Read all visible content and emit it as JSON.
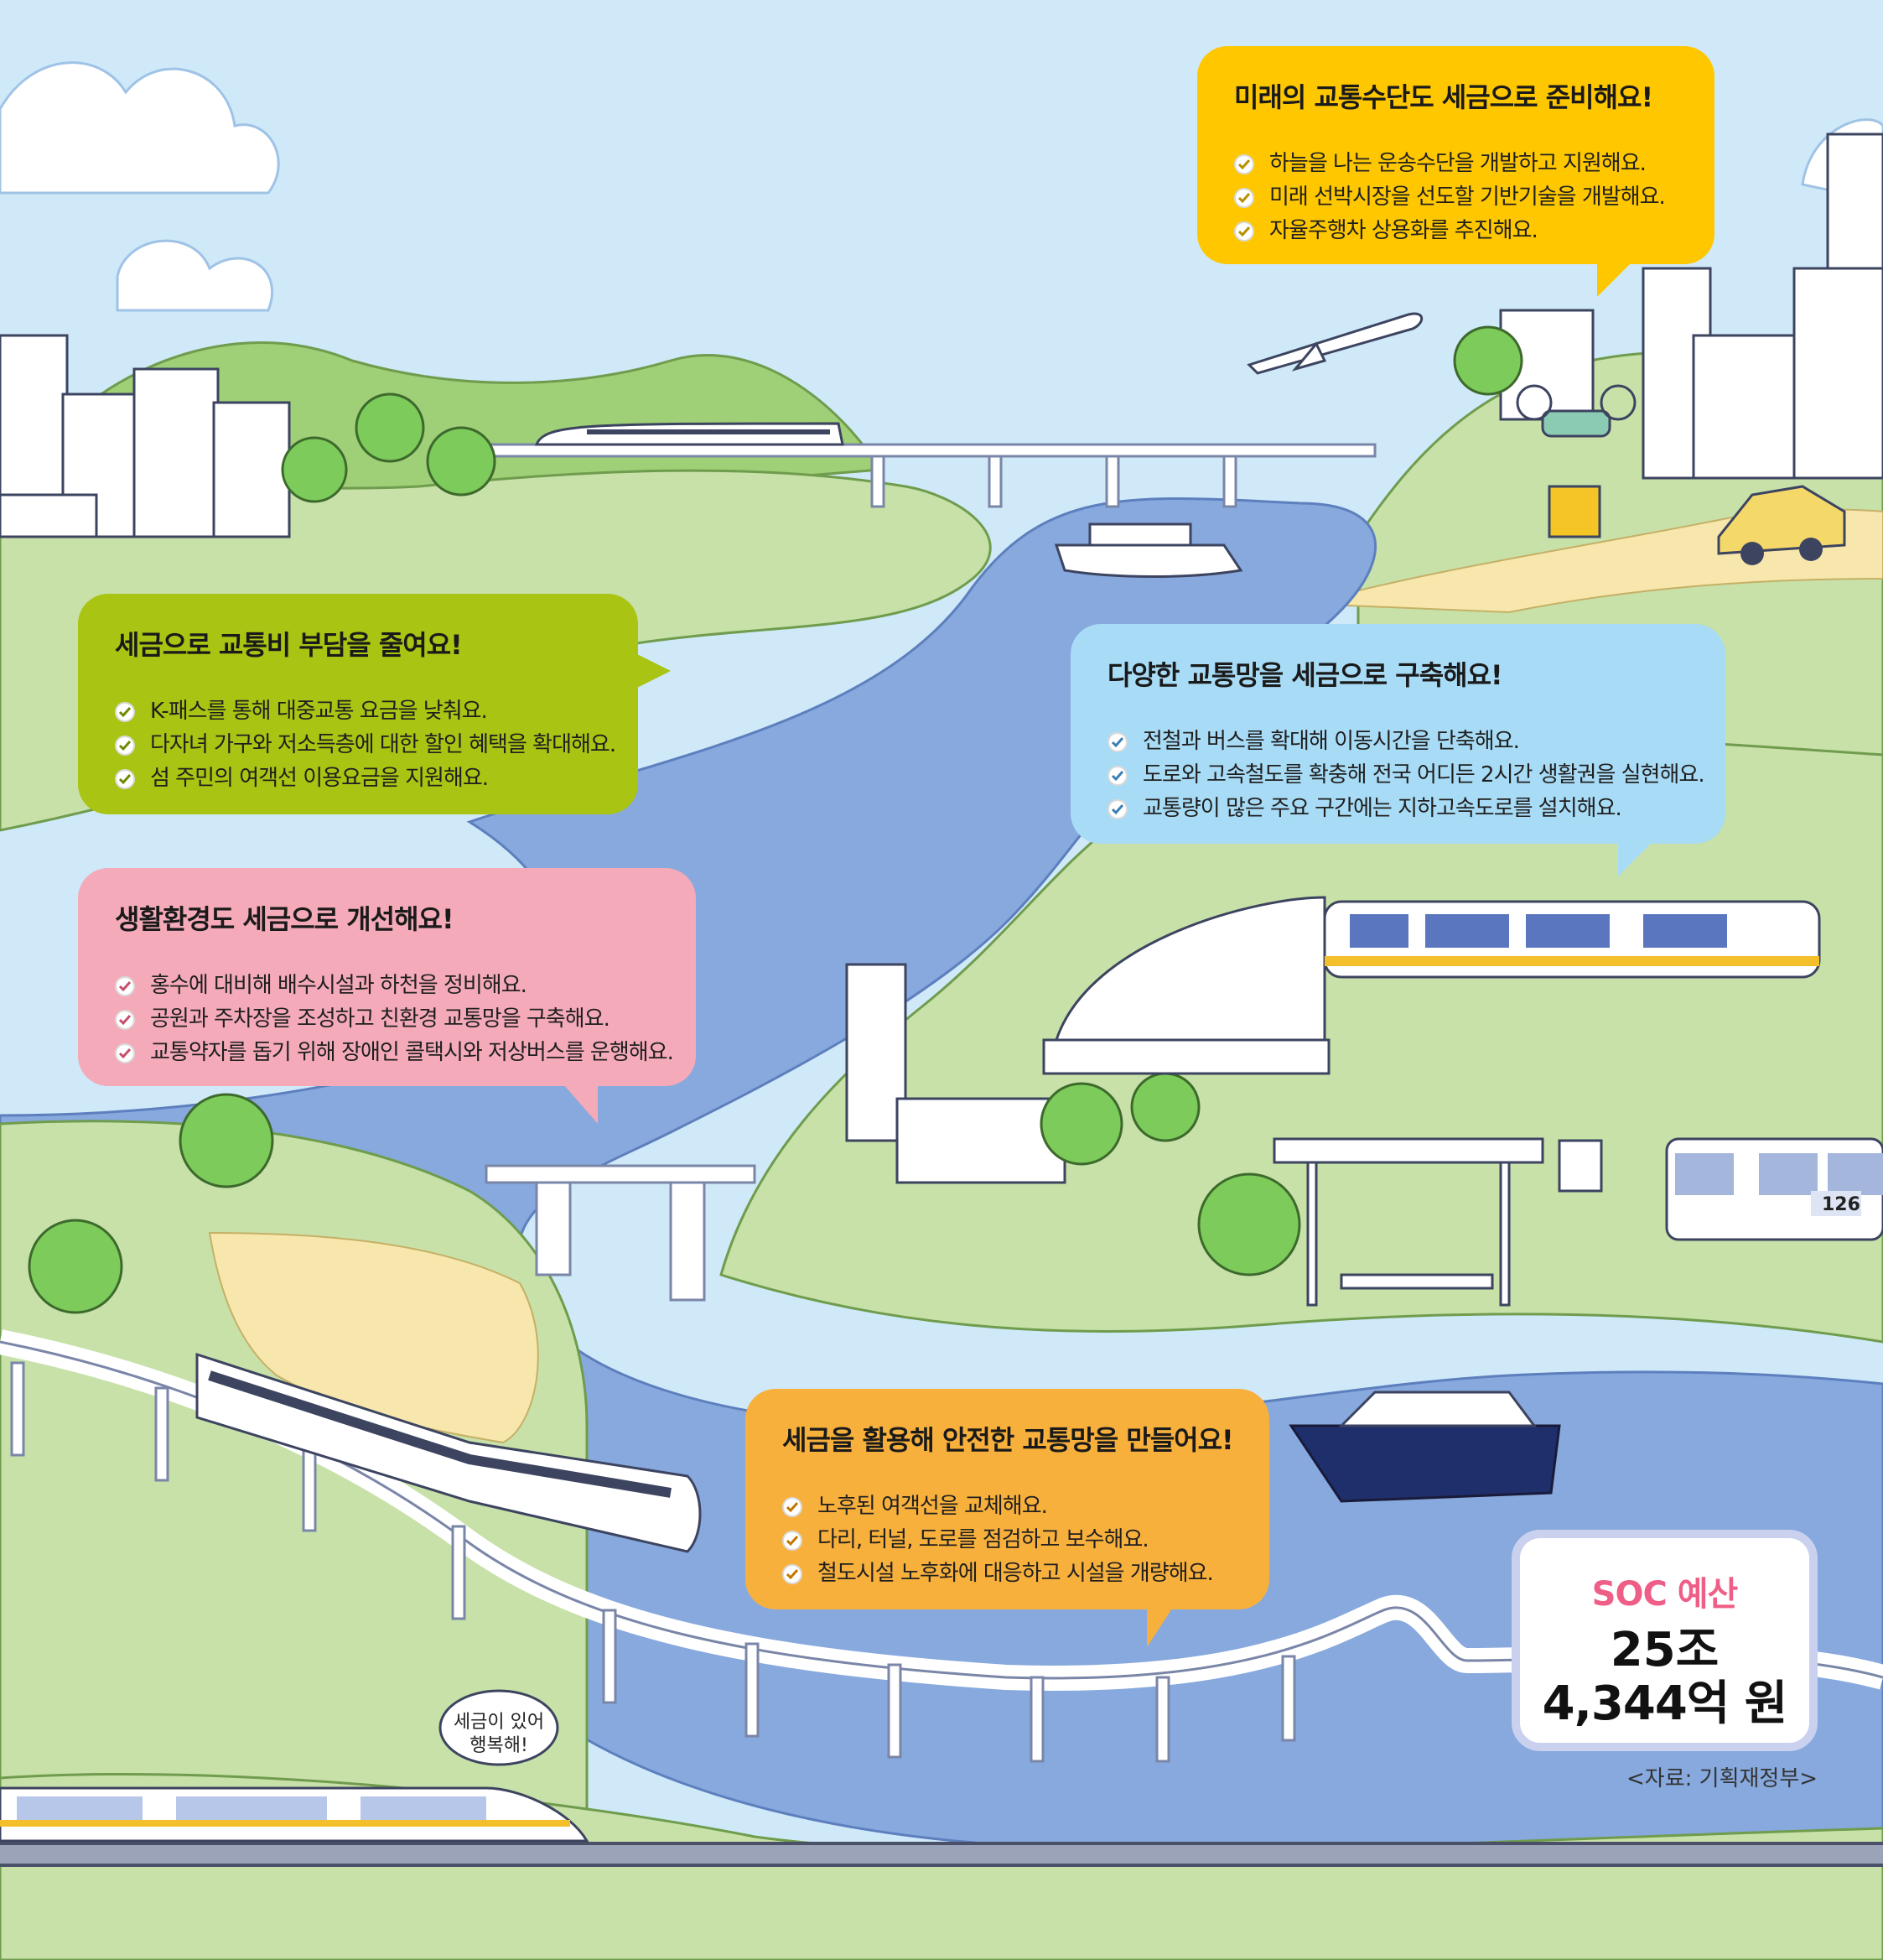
{
  "colors": {
    "sky": "#cfe9f8",
    "land": "#c8e1a9",
    "river": "#87a9dd",
    "yellow_bubble": "#ffc700",
    "green_bubble": "#a9c412",
    "blue_bubble": "#a8dbf5",
    "pink_bubble": "#f4aab8",
    "orange_bubble": "#f8b03d",
    "soc_title": "#ef5e86"
  },
  "bubbles": {
    "future": {
      "title": "미래의 교통수단도 세금으로 준비해요!",
      "items": [
        "하늘을 나는 운송수단을 개발하고 지원해요.",
        "미래 선박시장을 선도할 기반기술을 개발해요.",
        "자율주행차 상용화를 추진해요."
      ]
    },
    "fare": {
      "title": "세금으로 교통비 부담을 줄여요!",
      "items": [
        "K-패스를 통해 대중교통 요금을 낮춰요.",
        "다자녀 가구와 저소득층에 대한 할인 혜택을 확대해요.",
        "섬 주민의 여객선 이용요금을 지원해요."
      ]
    },
    "network": {
      "title": "다양한 교통망을 세금으로 구축해요!",
      "items": [
        "전철과 버스를 확대해 이동시간을 단축해요.",
        "도로와 고속철도를 확충해 전국 어디든 2시간 생활권을 실현해요.",
        "교통량이 많은 주요 구간에는 지하고속도로를 설치해요."
      ]
    },
    "environment": {
      "title": "생활환경도 세금으로 개선해요!",
      "items": [
        "홍수에 대비해 배수시설과 하천을 정비해요.",
        "공원과 주차장을 조성하고 친환경 교통망을 구축해요.",
        "교통약자를 돕기 위해 장애인 콜택시와 저상버스를 운행해요."
      ]
    },
    "safety": {
      "title": "세금을 활용해 안전한 교통망을 만들어요!",
      "items": [
        "노후된 여객선을 교체해요.",
        "다리, 터널, 도로를 점검하고 보수해요.",
        "철도시설 노후화에 대응하고 시설을 개량해요."
      ]
    }
  },
  "soc": {
    "title": "SOC 예산",
    "amount_line1": "25조",
    "amount_line2": "4,344억 원"
  },
  "source": "<자료: 기획재정부>",
  "speech": {
    "line1": "세금이 있어",
    "line2": "행복해!"
  },
  "bus_number": "126",
  "icons": [
    "airplane-icon",
    "drone-icon",
    "car-icon",
    "ferry-icon",
    "cruise-ship-icon",
    "train-icon",
    "bus-icon"
  ]
}
